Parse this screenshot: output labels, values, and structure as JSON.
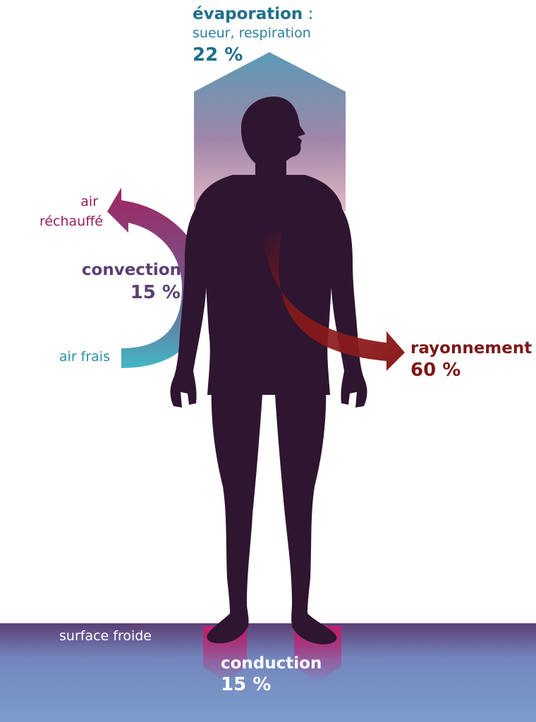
{
  "evaporation": {
    "title": "évaporation",
    "colon": " :",
    "subtitle": "sueur, respiration",
    "percent": "22 %"
  },
  "convection": {
    "warm_air_line1": "air",
    "warm_air_line2": "réchauffé",
    "title": "convection",
    "percent": "15 %",
    "cool_air": "air frais"
  },
  "radiation": {
    "title": "rayonnement",
    "percent": "60 %"
  },
  "conduction": {
    "surface": "surface froide",
    "title": "conduction",
    "percent": "15 %"
  },
  "colors": {
    "body": "#2e1530",
    "evaporation": "#5b9ab5",
    "convection_warm": "#9b1b5a",
    "convection_cool": "#3bb3c3",
    "radiation": "#8b1a1a",
    "floor": "#7a96c8"
  }
}
